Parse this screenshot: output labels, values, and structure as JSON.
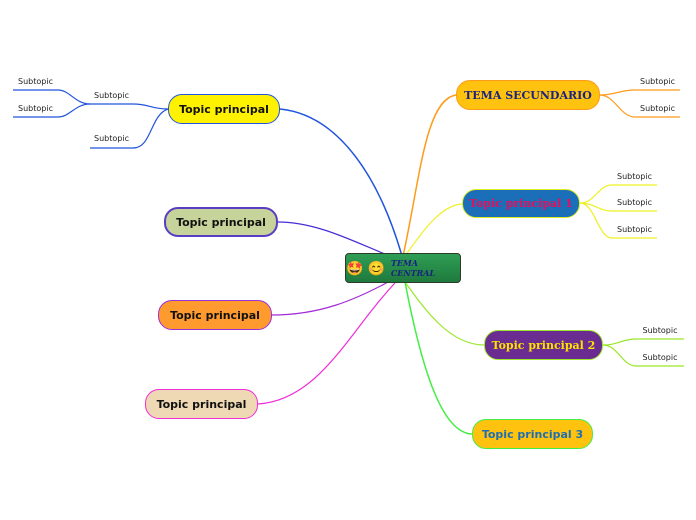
{
  "central": {
    "title": "TEMA CENTRAL",
    "emoji_1": "🤩",
    "emoji_2": "😊"
  },
  "left_topics": [
    {
      "label": "Topic principal",
      "fill": "#fff200",
      "border": "#2255dd",
      "text_color": "#111111",
      "line_color": "#2255dd",
      "subtopics": [
        {
          "label": "Subtopic",
          "children": [
            {
              "label": "Subtopic"
            },
            {
              "label": "Subtopic"
            }
          ]
        },
        {
          "label": "Subtopic",
          "children": []
        }
      ]
    },
    {
      "label": "Topic principal",
      "fill": "#c6d39a",
      "border": "#5b3cc4",
      "text_color": "#111111",
      "line_color": "#4a2bd6",
      "subtopics": []
    },
    {
      "label": "Topic principal",
      "fill": "#ff9a2e",
      "border": "#9b30d9",
      "text_color": "#111111",
      "line_color": "#a22bd8",
      "subtopics": []
    },
    {
      "label": "Topic principal",
      "fill": "#efd9b4",
      "border": "#f02bd8",
      "text_color": "#111111",
      "line_color": "#f02bd8",
      "subtopics": []
    }
  ],
  "right_topics": [
    {
      "label": "TEMA SECUNDARIO",
      "fill": "#ffc20e",
      "border": "#ff9a1a",
      "text_color": "#1a237e",
      "line_color": "#ff9a1a",
      "subtopics": [
        {
          "label": "Subtopic"
        },
        {
          "label": "Subtopic"
        }
      ]
    },
    {
      "label": "Topic principal 1",
      "fill": "#1b6fb8",
      "border": "#ddee22",
      "text_color": "#e0115f",
      "line_color": "#eef020",
      "subtopics": [
        {
          "label": "Subtopic"
        },
        {
          "label": "Subtopic"
        },
        {
          "label": "Subtopic"
        }
      ]
    },
    {
      "label": "Topic principal 2",
      "fill": "#6a2c91",
      "border": "#9ae62a",
      "text_color": "#ffe000",
      "line_color": "#9ae62a",
      "subtopics": [
        {
          "label": "Subtopic"
        },
        {
          "label": "Subtopic"
        }
      ]
    },
    {
      "label": "Topic principal 3",
      "fill": "#ffc20e",
      "border": "#44ee44",
      "text_color": "#1f6fb0",
      "line_color": "#44ee44",
      "subtopics": []
    }
  ]
}
